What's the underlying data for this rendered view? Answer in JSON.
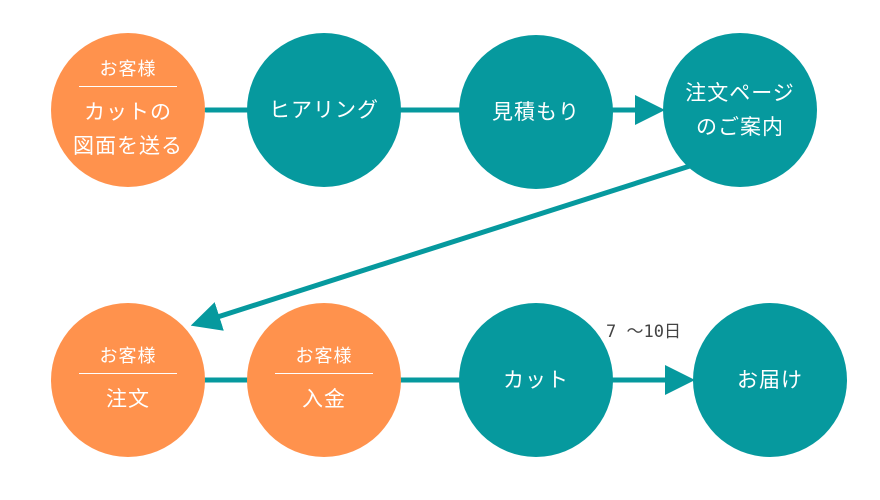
{
  "colors": {
    "customer": "#ff924d",
    "company": "#06999e",
    "connector": "#06999e",
    "duration_text": "#444444"
  },
  "steps": [
    {
      "id": 1,
      "actor": "お客様",
      "label": "カットの\n図面を送る",
      "type": "customer"
    },
    {
      "id": 2,
      "actor": "",
      "label": "ヒアリング",
      "type": "company"
    },
    {
      "id": 3,
      "actor": "",
      "label": "見積もり",
      "type": "company"
    },
    {
      "id": 4,
      "actor": "",
      "label": "注文ページ\nのご案内",
      "type": "company"
    },
    {
      "id": 5,
      "actor": "お客様",
      "label": "注文",
      "type": "customer"
    },
    {
      "id": 6,
      "actor": "お客様",
      "label": "入金",
      "type": "customer"
    },
    {
      "id": 7,
      "actor": "",
      "label": "カット",
      "type": "company"
    },
    {
      "id": 8,
      "actor": "",
      "label": "お届け",
      "type": "company"
    }
  ],
  "connections": [
    {
      "from": 1,
      "to": 2,
      "arrow": false
    },
    {
      "from": 2,
      "to": 3,
      "arrow": false
    },
    {
      "from": 3,
      "to": 4,
      "arrow": true
    },
    {
      "from": 4,
      "to": 5,
      "arrow": true
    },
    {
      "from": 5,
      "to": 6,
      "arrow": false
    },
    {
      "from": 6,
      "to": 7,
      "arrow": false
    },
    {
      "from": 7,
      "to": 8,
      "arrow": true,
      "label": "7 〜10日"
    }
  ],
  "duration_label": "7 〜10日"
}
